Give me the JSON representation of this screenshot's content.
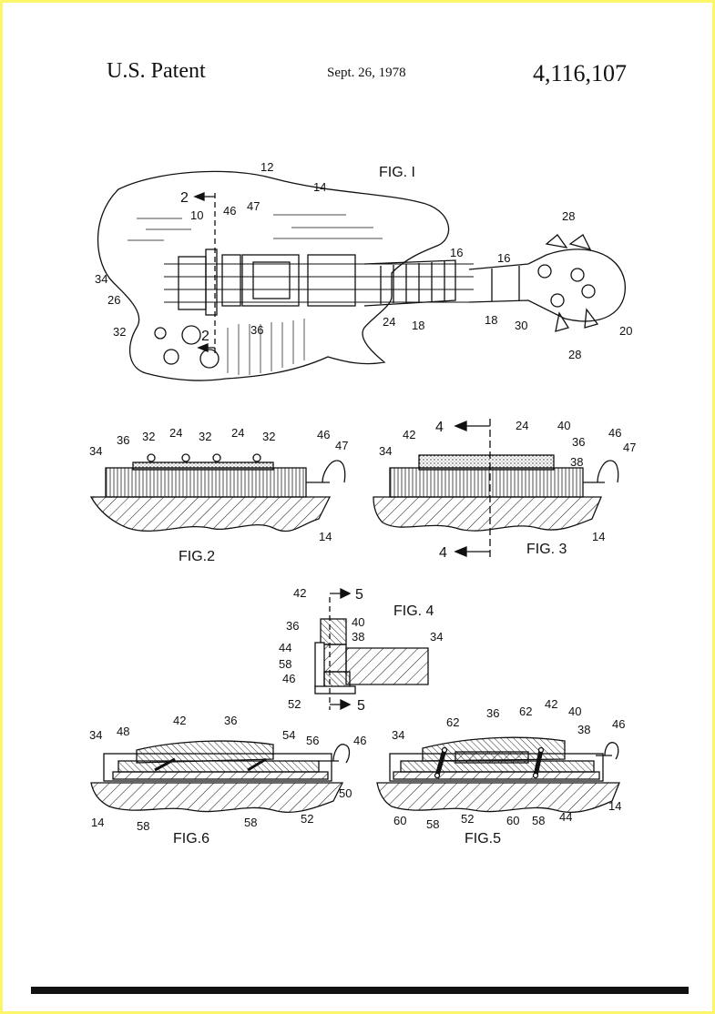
{
  "header": {
    "left": "U.S. Patent",
    "date": "Sept. 26, 1978",
    "number": "4,116,107"
  },
  "figures": {
    "fig1": {
      "title": "FIG. I",
      "labels": [
        "12",
        "14",
        "2",
        "10",
        "46",
        "47",
        "34",
        "26",
        "32",
        "36",
        "2",
        "16",
        "24",
        "18",
        "16",
        "28",
        "18",
        "30",
        "20",
        "28"
      ]
    },
    "fig2": {
      "title": "FIG.2",
      "labels": [
        "36",
        "32",
        "24",
        "32",
        "24",
        "32",
        "34",
        "46",
        "47",
        "14"
      ]
    },
    "fig3": {
      "title": "FIG. 3",
      "labels": [
        "4",
        "42",
        "24",
        "40",
        "34",
        "36",
        "46",
        "47",
        "38",
        "4",
        "14"
      ]
    },
    "fig4": {
      "title": "FIG. 4",
      "labels": [
        "42",
        "5",
        "40",
        "36",
        "38",
        "34",
        "44",
        "58",
        "46",
        "52",
        "5"
      ]
    },
    "fig6": {
      "title": "FIG.6",
      "labels": [
        "42",
        "36",
        "34",
        "48",
        "54",
        "56",
        "46",
        "50",
        "14",
        "58",
        "58",
        "52"
      ]
    },
    "fig5": {
      "title": "FIG.5",
      "labels": [
        "62",
        "36",
        "62",
        "42",
        "40",
        "34",
        "38",
        "46",
        "14",
        "60",
        "58",
        "52",
        "60",
        "58",
        "44"
      ]
    }
  }
}
